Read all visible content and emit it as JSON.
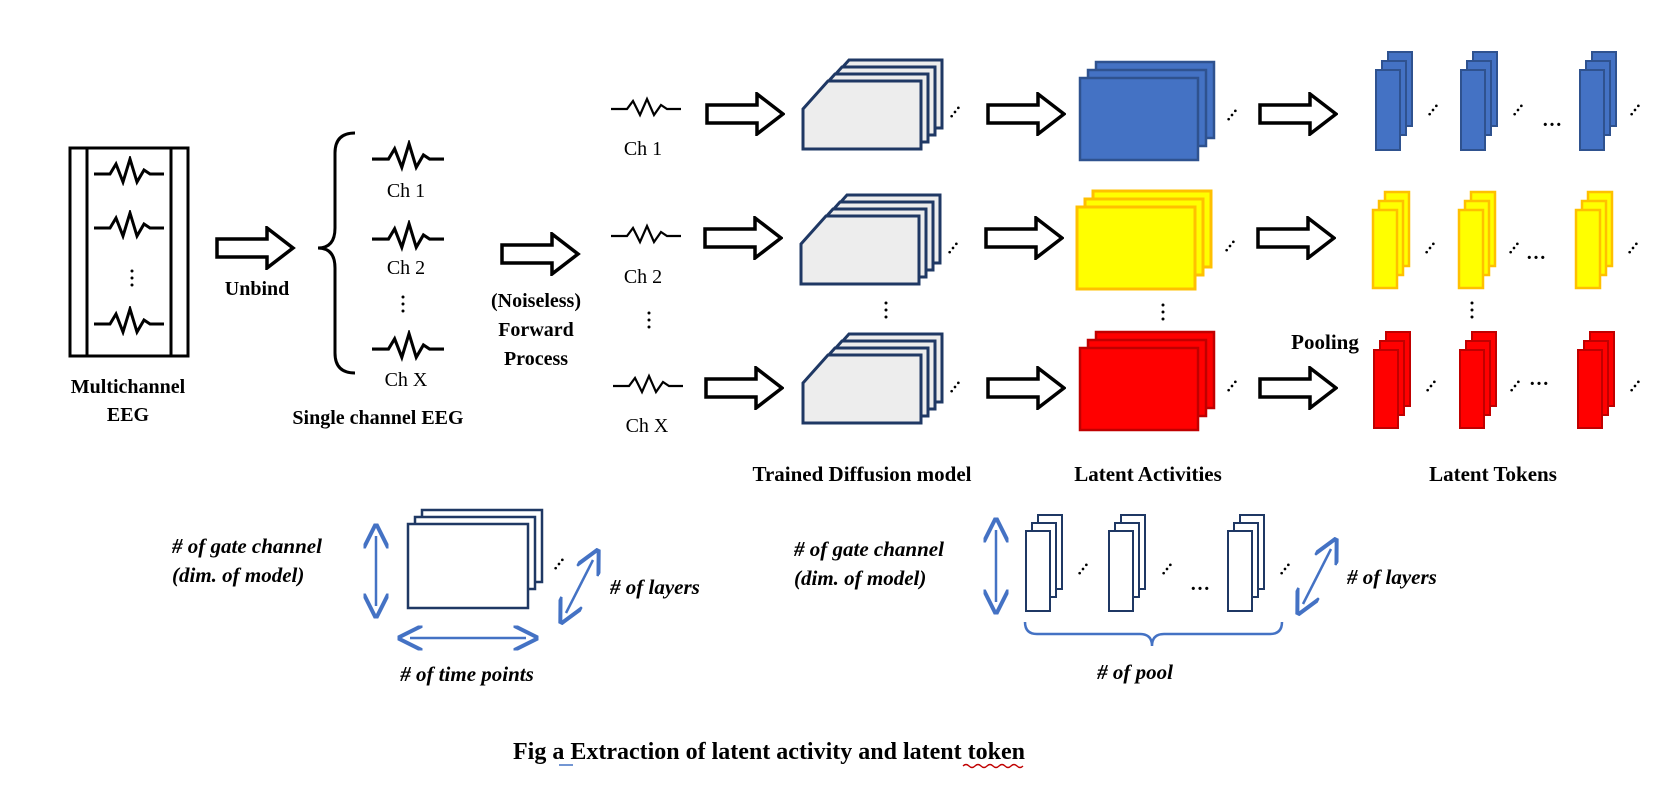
{
  "colors": {
    "line": "#000000",
    "dark_navy": "#1f3864",
    "stack_fill": "#ededed",
    "blue_fill": "#4472c4",
    "blue_edge": "#2f528f",
    "yellow_fill": "#ffff00",
    "yellow_edge": "#ffc000",
    "red_fill": "#ff0000",
    "red_edge": "#c00000",
    "legend_blue": "#4472c4",
    "squiggle_underline": "#c00000"
  },
  "icons": {
    "eeg_wave": "zigzag-wave-icon",
    "arrow": "hollow-right-arrow-icon",
    "brace": "curly-brace-icon",
    "double_arrow": "double-headed-arrow-icon"
  },
  "labels": {
    "multichannel_1": "Multichannel",
    "multichannel_2": "EEG",
    "unbind": "Unbind",
    "single_channel": "Single channel EEG",
    "ch1": "Ch 1",
    "ch2": "Ch 2",
    "chx": "Ch X",
    "forward_1": "(Noiseless)",
    "forward_2": "Forward",
    "forward_3": "Process",
    "pooling": "Pooling",
    "diffusion": "Trained Diffusion model",
    "latent_activities": "Latent Activities",
    "latent_tokens": "Latent Tokens",
    "dots": "…",
    "ellipsis_v": "⋮"
  },
  "legend": {
    "gate_1": "# of gate channel",
    "gate_2": "(dim. of model)",
    "layers": "# of layers",
    "time_points": "# of time points",
    "pool": "# of pool"
  },
  "caption": {
    "part1": "Fig ",
    "part_a": "a",
    "part2": " Extraction of latent activity and ",
    "part_latent": "latent",
    "part3": " token"
  }
}
